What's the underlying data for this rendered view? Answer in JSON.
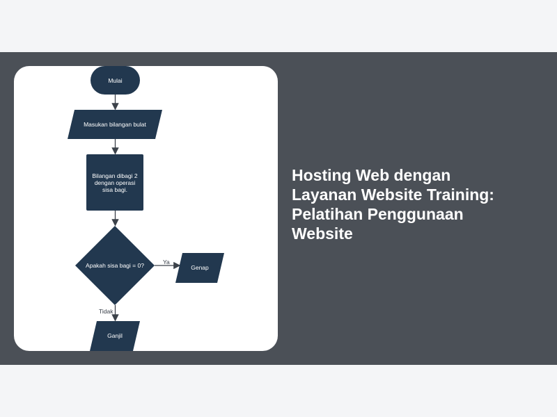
{
  "colors": {
    "page_bg": "#f4f5f7",
    "band_bg": "#4b5057",
    "card_bg": "#ffffff",
    "shape_fill": "#22384f",
    "arrow": "#3c424a"
  },
  "title_lines": [
    "Hosting Web dengan",
    "Layanan Website Training:",
    "Pelatihan Penggunaan",
    "Website"
  ],
  "flowchart": {
    "start": "Mulai",
    "input": "Masukan bilangan bulat",
    "process_lines": [
      "Bilangan dibagi 2",
      "dengan operasi",
      "sisa bagi."
    ],
    "decision": "Apakah sisa bagi = 0?",
    "yes_label": "Ya",
    "yes_output": "Genap",
    "no_label": "Tidak",
    "no_output": "Ganjil"
  }
}
